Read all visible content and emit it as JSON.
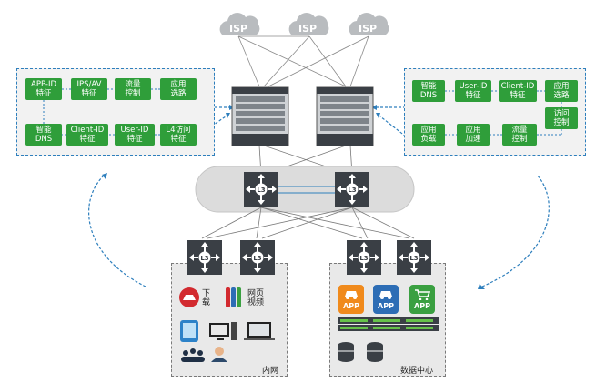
{
  "isp_clouds": [
    "ISP",
    "ISP",
    "ISP"
  ],
  "left_panel": {
    "top_row": [
      "APP-ID\n特征",
      "IPS/AV\n特征",
      "流量\n控制",
      "应用\n选路"
    ],
    "bottom_row": [
      "智能\nDNS",
      "Client-ID\n特征",
      "User-ID\n特征",
      "L4访问\n特征"
    ]
  },
  "right_panel": {
    "top_row": [
      "智能\nDNS",
      "User-ID\n特征",
      "Client-ID\n特征",
      "应用\n选路"
    ],
    "bottom_row": [
      "应用\n负载",
      "应用\n加速",
      "流量\n控制",
      "访问\n控制"
    ]
  },
  "core_switch_label": "L3",
  "intranet": {
    "label": "内网",
    "download_label": "下\n载",
    "web_video_label": "网页\n视频"
  },
  "datacenter": {
    "label": "数据中心",
    "app_label": "APP"
  },
  "colors": {
    "green": "#2f9e3a",
    "blue_dashed": "#2e7fbd",
    "cloud": "#b9bcbf",
    "switch": "#3a3f45",
    "app_orange": "#f08a1c",
    "app_blue": "#2d6db5",
    "app_green": "#3aa041"
  }
}
